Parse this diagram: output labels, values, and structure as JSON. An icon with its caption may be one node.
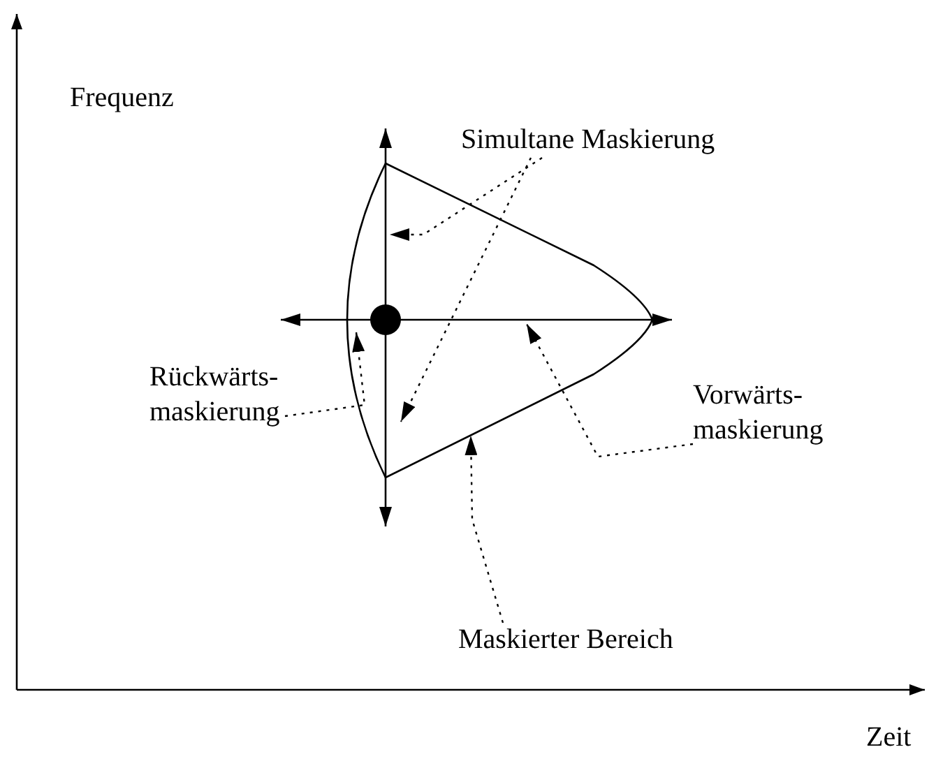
{
  "diagram": {
    "nodes": [
      {
        "text": [
          "Simultane Maskierung"
        ]
      },
      {
        "text": [
          "Rückwärts- maskierung"
        ]
      },
      {
        "text": [
          "Vorwärts- maskierung"
        ]
      },
      {
        "text": [
          "Maskierter Bereich"
        ]
      },
      {
        "text": [],
        "shape": "region"
      }
    ],
    "edges": [
      {
        "from": 0,
        "to": 4,
        "arrow": "to",
        "style": "dashed"
      },
      {
        "from": 0,
        "to": 4,
        "arrow": "to",
        "style": "dashed"
      },
      {
        "from": 1,
        "to": 4,
        "arrow": "to",
        "style": "dashed"
      },
      {
        "from": 2,
        "to": 4,
        "arrow": "to",
        "style": "dashed"
      },
      {
        "from": 3,
        "to": 4,
        "arrow": "to",
        "style": "dashed"
      }
    ],
    "labels": [
      "Frequenz",
      "Zeit"
    ]
  }
}
